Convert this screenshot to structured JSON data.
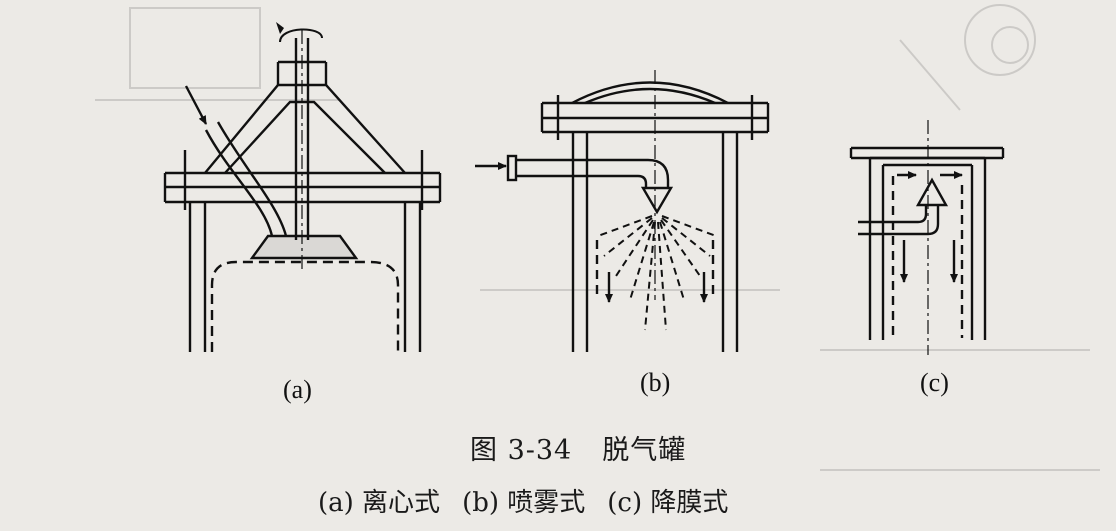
{
  "figure": {
    "label_a": "(a)",
    "label_b": "(b)",
    "label_c": "(c)",
    "caption_number": "图 3-34",
    "caption_title": "脱气罐",
    "sub_a": "(a) 离心式",
    "sub_b": "(b) 喷雾式",
    "sub_c": "(c) 降膜式"
  },
  "colors": {
    "background": "#eceae6",
    "ink": "#111111"
  }
}
